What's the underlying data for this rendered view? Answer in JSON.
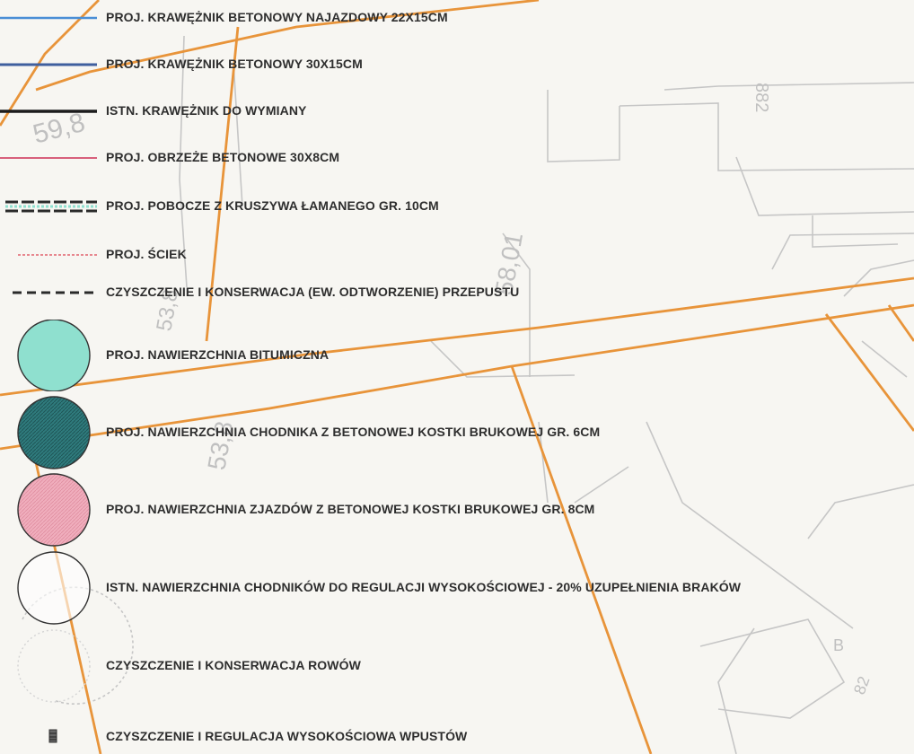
{
  "legend": {
    "items": [
      {
        "label": "PROJ. KRAWĘŻNIK BETONOWY NAJAZDOWY 22X15CM",
        "symbol": "line-blue",
        "color": "#4a8fd6"
      },
      {
        "label": "PROJ. KRAWĘŻNIK BETONOWY 30X15CM",
        "symbol": "line-darkblue",
        "color": "#3f5f9e"
      },
      {
        "label": "ISTN. KRAWĘŻNIK DO WYMIANY",
        "symbol": "line-black",
        "color": "#1c1c1c"
      },
      {
        "label": "PROJ. OBRZEŻE BETONOWE 30X8CM",
        "symbol": "line-pink",
        "color": "#d8607c"
      },
      {
        "label": "PROJ. POBOCZE Z KRUSZYWA ŁAMANEGO GR. 10CM",
        "symbol": "dashed-gravel",
        "color": "#2a2a2a"
      },
      {
        "label": "PROJ. ŚCIEK",
        "symbol": "dotted-red",
        "color": "#e2626e"
      },
      {
        "label": "CZYSZCZENIE I KONSERWACJA (EW. ODTWORZENIE) PRZEPUSTU",
        "symbol": "dashed-black",
        "color": "#2a2a2a"
      },
      {
        "label": "PROJ. NAWIERZCHNIA BITUMICZNA",
        "symbol": "circle-mint",
        "color": "#8fe0cf"
      },
      {
        "label": "PROJ. NAWIERZCHNIA CHODNIKA Z BETONOWEJ KOSTKI BRUKOWEJ GR. 6CM",
        "symbol": "circle-teal",
        "color": "#2f7b7d"
      },
      {
        "label": "PROJ. NAWIERZCHNIA ZJAZDÓW Z BETONOWEJ KOSTKI BRUKOWEJ GR. 8CM",
        "symbol": "circle-pink",
        "color": "#f0aebd"
      },
      {
        "label": "ISTN. NAWIERZCHNIA CHODNIKÓW DO REGULACJI WYSOKOŚCIOWEJ - 20% UZUPEŁNIENIA BRAKÓW",
        "symbol": "circle-white",
        "color": "#ffffff"
      },
      {
        "label": "CZYSZCZENIE I KONSERWACJA ROWÓW",
        "symbol": "circle-dotted",
        "color": "#d4d4d4"
      },
      {
        "label": "CZYSZCZENIE I REGULACJA WYSOKOŚCIOWA WPUSTÓW",
        "symbol": "inlet-square",
        "color": "#444444"
      }
    ]
  },
  "map": {
    "background_color": "#f7f6f2",
    "boundary_color": "#e8943a",
    "linework_color": "#c9c9c9",
    "labels": [
      "59,8",
      "53,8",
      "58,01",
      "53,8",
      "882",
      "B",
      "82"
    ]
  }
}
